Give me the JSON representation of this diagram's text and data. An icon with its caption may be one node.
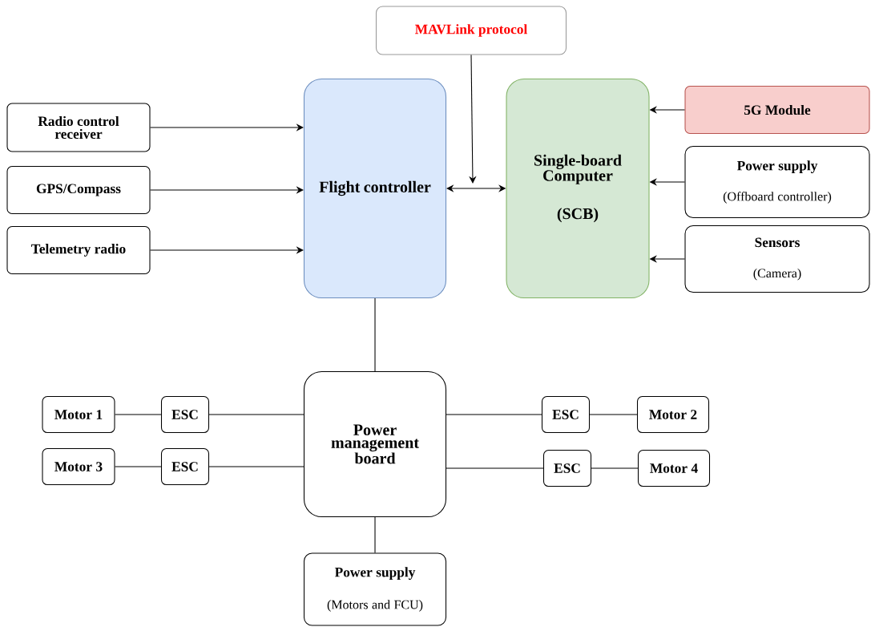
{
  "diagram": {
    "nodes": [
      {
        "text": [
          "MAVLink protocol"
        ]
      },
      {
        "text": [
          "Radio control receiver"
        ]
      },
      {
        "text": [
          "GPS/Compass"
        ]
      },
      {
        "text": [
          "Telemetry radio"
        ]
      },
      {
        "text": [
          "Flight controller"
        ]
      },
      {
        "text": [
          "Single-board Computer",
          "(SCB)"
        ]
      },
      {
        "text": [
          "5G Module"
        ]
      },
      {
        "text": [
          "Power supply",
          "(Offboard controller)"
        ]
      },
      {
        "text": [
          "Sensors",
          "(Camera)"
        ]
      },
      {
        "text": [
          "Motor 1"
        ]
      },
      {
        "text": [
          "ESC"
        ]
      },
      {
        "text": [
          "Power management board"
        ]
      },
      {
        "text": [
          "ESC"
        ]
      },
      {
        "text": [
          "Motor 2"
        ]
      },
      {
        "text": [
          "Motor 3"
        ]
      },
      {
        "text": [
          "ESC"
        ]
      },
      {
        "text": [
          "ESC"
        ]
      },
      {
        "text": [
          "Motor 4"
        ]
      },
      {
        "text": [
          "Power supply",
          "(Motors and FCU)"
        ]
      }
    ],
    "edges": [
      {
        "from": 1,
        "to": 4,
        "arrow": "to"
      },
      {
        "from": 2,
        "to": 4,
        "arrow": "to"
      },
      {
        "from": 3,
        "to": 4,
        "arrow": "to"
      },
      {
        "from": 4,
        "to": 5,
        "arrow": "both"
      },
      {
        "from": 0,
        "to": null,
        "arrow": "to"
      },
      {
        "from": 6,
        "to": 5,
        "arrow": "to"
      },
      {
        "from": 7,
        "to": 5,
        "arrow": "to"
      },
      {
        "from": 8,
        "to": 5,
        "arrow": "to"
      },
      {
        "from": 4,
        "to": 11,
        "arrow": "none"
      },
      {
        "from": 9,
        "to": 10,
        "arrow": "none"
      },
      {
        "from": 10,
        "to": 11,
        "arrow": "none"
      },
      {
        "from": 11,
        "to": 12,
        "arrow": "none"
      },
      {
        "from": 12,
        "to": 13,
        "arrow": "none"
      },
      {
        "from": 14,
        "to": 15,
        "arrow": "none"
      },
      {
        "from": 15,
        "to": 11,
        "arrow": "none"
      },
      {
        "from": 11,
        "to": 16,
        "arrow": "none"
      },
      {
        "from": 16,
        "to": 17,
        "arrow": "none"
      },
      {
        "from": 11,
        "to": 18,
        "arrow": "none"
      }
    ]
  }
}
